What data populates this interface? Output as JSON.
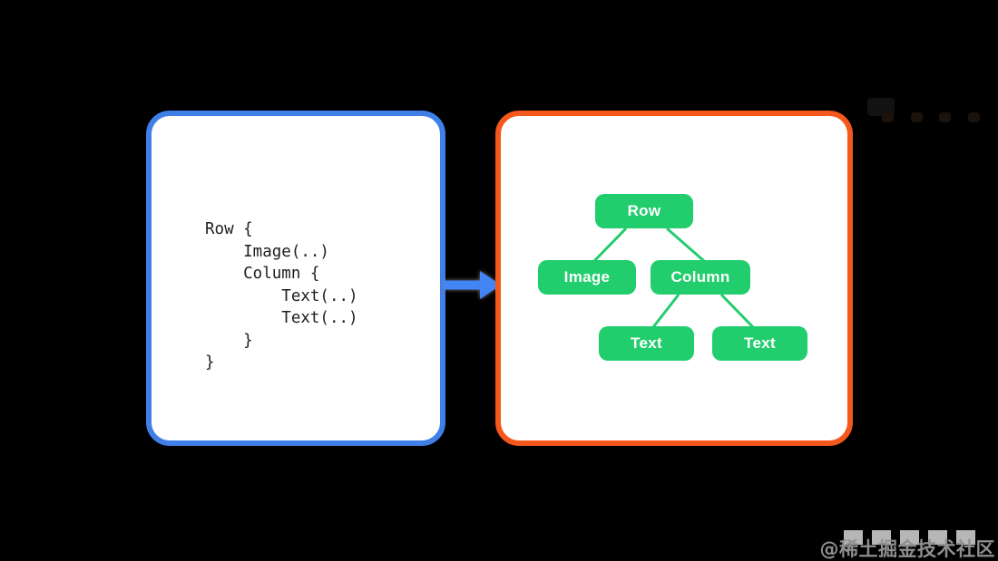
{
  "left_panel": {
    "description": "declarative UI code snippet",
    "code_lines": [
      "Row {",
      "    Image(..)",
      "    Column {",
      "        Text(..)",
      "        Text(..)",
      "    }",
      "}"
    ]
  },
  "right_panel": {
    "description": "widget tree diagram",
    "nodes": {
      "root": "Row",
      "child_left": "Image",
      "child_right": "Column",
      "leaf_left": "Text",
      "leaf_right": "Text"
    },
    "edges": [
      [
        "Row",
        "Image"
      ],
      [
        "Row",
        "Column"
      ],
      [
        "Column",
        "Text (left)"
      ],
      [
        "Column",
        "Text (right)"
      ]
    ]
  },
  "arrow": {
    "direction": "right"
  },
  "watermark": {
    "text": "@稀土掘金技术社区"
  },
  "colors": {
    "background": "#000000",
    "left_panel_border": "#3f80e8",
    "right_panel_border": "#f4581c",
    "node_green": "#21cd6c",
    "arrow_blue": "#4285f4",
    "code_text": "#1c1e21",
    "watermark_gray": "#8f8f8f"
  }
}
